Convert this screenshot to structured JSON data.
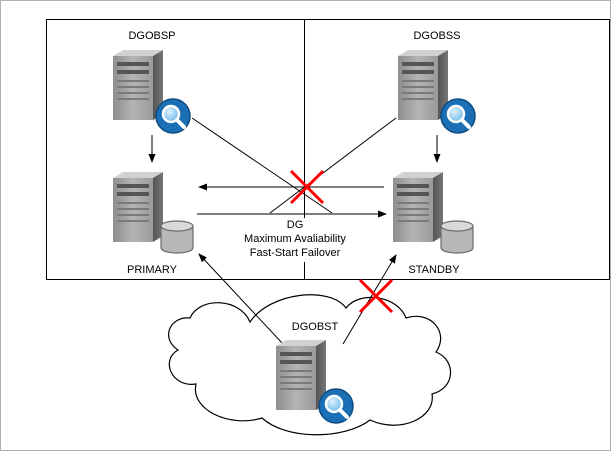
{
  "nodes": {
    "dgobsp": "DGOBSP",
    "dgobss": "DGOBSS",
    "primary": "PRIMARY",
    "standby": "STANDBY",
    "dgobst": "DGOBST"
  },
  "dg_box": {
    "line1": "DG",
    "line2": "Maximum Avaliability",
    "line3": "Fast-Start Failover"
  },
  "icons": {
    "observer": "server-with-magnifier-icon",
    "database": "server-with-database-icon",
    "failure": "red-x-icon"
  },
  "colors": {
    "server_body": "#a9a9a9",
    "server_dark": "#6d6d6d",
    "magnifier": "#1b6fb5",
    "failure": "#ff0000",
    "cloud_fill": "#ffffff",
    "line": "#000000"
  }
}
